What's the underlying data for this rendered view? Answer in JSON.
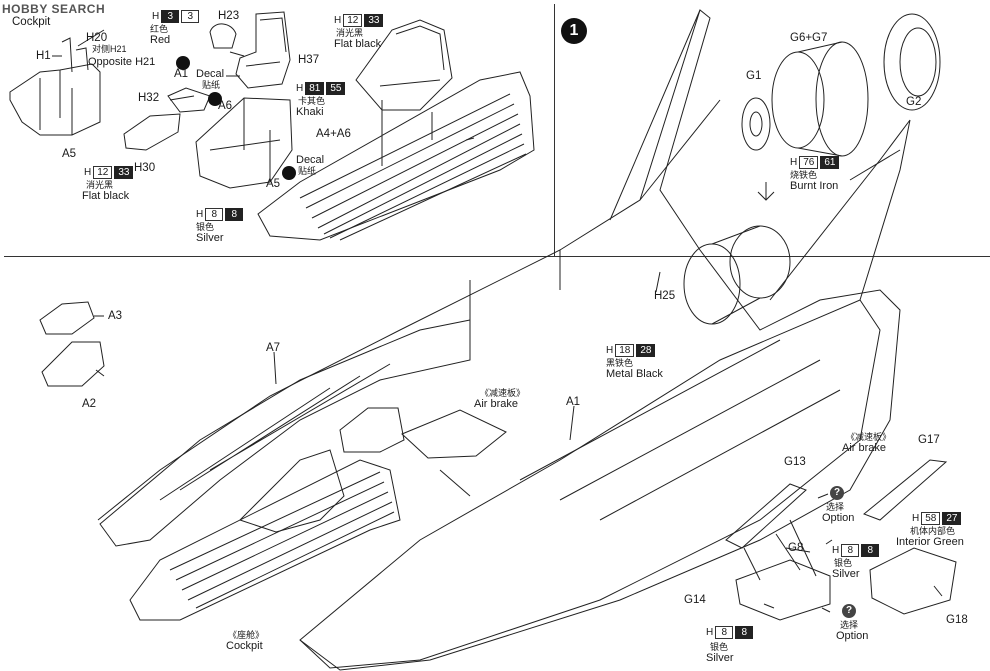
{
  "watermark": "HOBBY SEARCH",
  "step": "1",
  "inset": {
    "cockpit_label": "Cockpit",
    "parts": {
      "h1": "H1",
      "h20": "H20",
      "h21_opp": "Opposite H21",
      "h21_cn": "对侧H21",
      "h23": "H23",
      "h37": "H37",
      "h32": "H32",
      "h30": "H30",
      "a1": "A1",
      "a5a": "A5",
      "a5b": "A5",
      "a6": "A6",
      "a4a6": "A4+A6"
    },
    "paints": {
      "red": {
        "code": "H",
        "n1": "3",
        "n2": "3",
        "cn": "红色",
        "en": "Red"
      },
      "flat_black_top": {
        "code": "H",
        "n1": "12",
        "n2": "33",
        "cn": "消光黑",
        "en": "Flat black"
      },
      "khaki": {
        "code": "H",
        "n1": "81",
        "n2": "55",
        "cn": "卡其色",
        "en": "Khaki"
      },
      "flat_black_bot": {
        "code": "H",
        "n1": "12",
        "n2": "33",
        "cn": "消光黑",
        "en": "Flat black"
      },
      "silver_inset": {
        "code": "H",
        "n1": "8",
        "n2": "8",
        "cn": "银色",
        "en": "Silver"
      }
    },
    "decals": [
      {
        "en": "Decal",
        "cn": "贴纸"
      },
      {
        "en": "Decal",
        "cn": "贴纸"
      }
    ]
  },
  "main": {
    "parts": {
      "g6g7": "G6+G7",
      "g1": "G1",
      "g2": "G2",
      "h25": "H25",
      "a3": "A3",
      "a2": "A2",
      "a7": "A7",
      "a1": "A1",
      "g13": "G13",
      "g8": "G8",
      "g14": "G14",
      "g17": "G17",
      "g18": "G18"
    },
    "paints": {
      "burnt_iron": {
        "code": "H",
        "n1": "76",
        "n2": "61",
        "cn": "烧铁色",
        "en": "Burnt Iron"
      },
      "metal_black": {
        "code": "H",
        "n1": "18",
        "n2": "28",
        "cn": "黑铁色",
        "en": "Metal  Black"
      },
      "silver_g8": {
        "code": "H",
        "n1": "8",
        "n2": "8",
        "cn": "银色",
        "en": "Silver"
      },
      "interior_green": {
        "code": "H",
        "n1": "58",
        "n2": "27",
        "cn": "机体内部色",
        "en": "Interior Green"
      },
      "silver_g14": {
        "code": "H",
        "n1": "8",
        "n2": "8",
        "cn": "银色",
        "en": "Silver"
      }
    },
    "airbrake_mid": {
      "cn": "《减速板》",
      "en": "Air brake"
    },
    "airbrake_right": {
      "cn": "《减速板》",
      "en": "Air brake"
    },
    "options": [
      {
        "q": "?",
        "cn": "选择",
        "en": "Option"
      },
      {
        "q": "?",
        "cn": "选择",
        "en": "Option"
      }
    ],
    "cockpit_bottom": {
      "cn": "《座舱》",
      "en": "Cockpit"
    }
  }
}
